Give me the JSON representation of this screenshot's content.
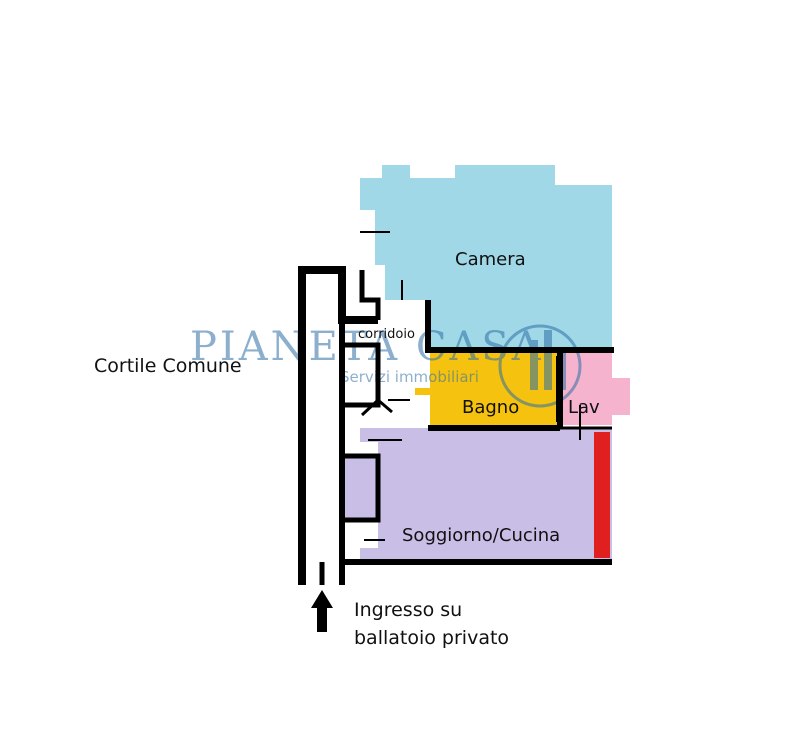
{
  "labels": {
    "courtyard": "Cortile Comune",
    "entrance": "Ingresso su\nballatoio privato"
  },
  "rooms": [
    {
      "id": "camera",
      "label": "Camera",
      "color": "#a0d8e8"
    },
    {
      "id": "corridoio",
      "label": "corridoio",
      "color": "#ffffff"
    },
    {
      "id": "bagno",
      "label": "Bagno",
      "color": "#f5c20f"
    },
    {
      "id": "lav",
      "label": "Lav",
      "color": "#f5b3cd"
    },
    {
      "id": "soggiorno",
      "label": "Soggiorno/Cucina",
      "color": "#c8bee6"
    }
  ],
  "watermark": {
    "title": "PIANETA CASA",
    "subtitle": "Servizi immobiliari",
    "color": "#2d6fa6"
  },
  "colors": {
    "walls": "#000000",
    "highlight_wall": "#e0201e",
    "entrance_arrow": "#000000"
  }
}
